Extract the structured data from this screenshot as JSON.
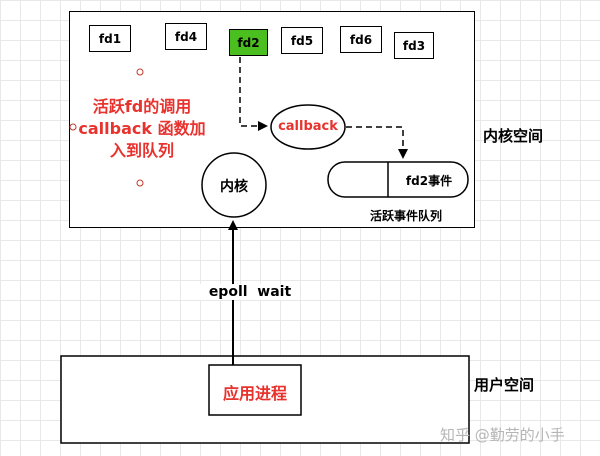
{
  "kernel_space": {
    "label": "内核空间",
    "fds": {
      "fd1": "fd1",
      "fd4": "fd4",
      "fd2": "fd2",
      "fd5": "fd5",
      "fd6": "fd6",
      "fd3": "fd3"
    },
    "active_fd_color": "#4bbf1f",
    "callback": "callback",
    "note": [
      "活跃fd的调用",
      "callback 函数加",
      "入到队列"
    ],
    "kernel_node": "内核",
    "queue_item": "fd2事件",
    "queue_label": "活跃事件队列"
  },
  "edge_label": "epoll  wait",
  "user_space": {
    "label": "用户空间",
    "app_process": "应用进程"
  },
  "watermark": "知乎 @勤劳的小手",
  "colors": {
    "note_red": "#e8322e",
    "active_green": "#4bbf1f"
  }
}
